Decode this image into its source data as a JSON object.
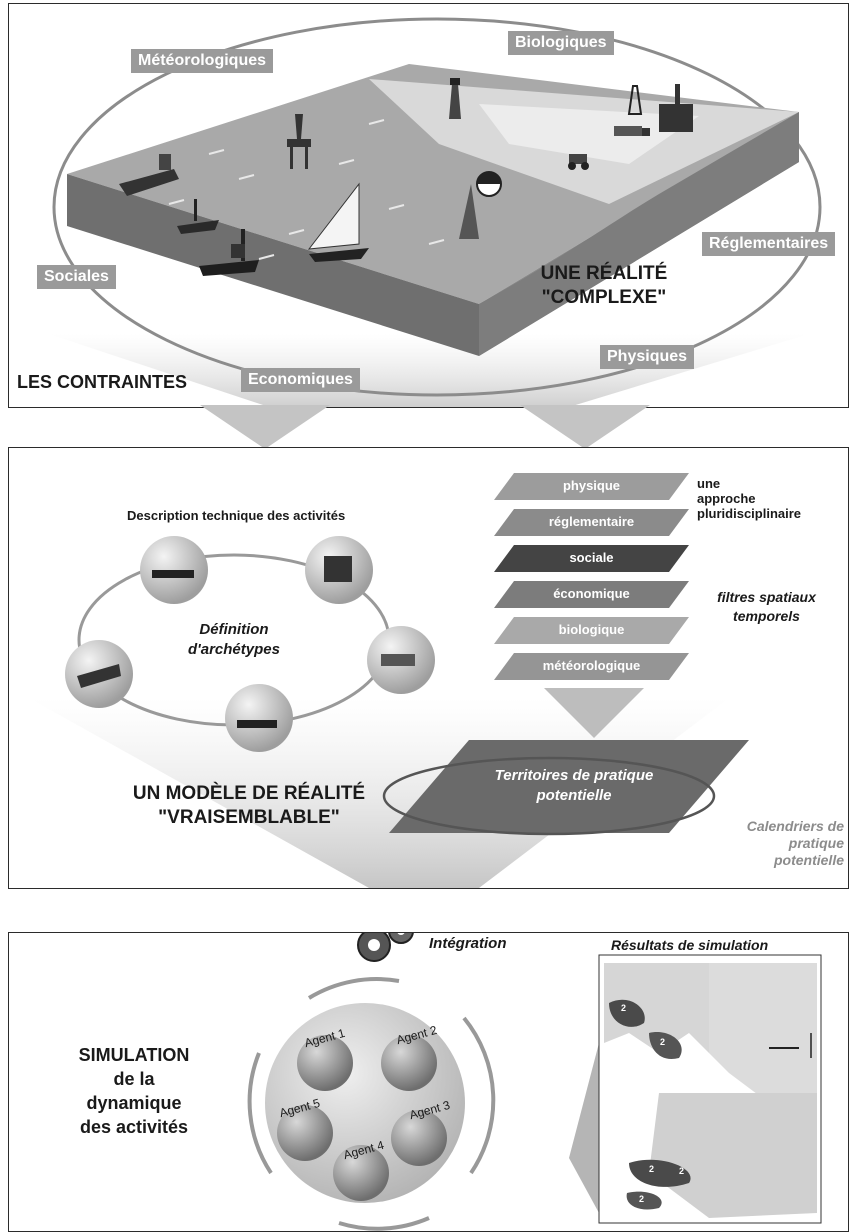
{
  "top": {
    "constraints_title": "LES CONTRAINTES",
    "reality_line1": "UNE RÉALITÉ",
    "reality_line2": "\"COMPLEXE\"",
    "tags": {
      "meteo": "Météorologiques",
      "bio": "Biologiques",
      "sociales": "Sociales",
      "reglementaires": "Réglementaires",
      "economiques": "Economiques",
      "physiques": "Physiques"
    }
  },
  "middle": {
    "description": "Description technique des activités",
    "definition_line1": "Définition",
    "definition_line2": "d'archétypes",
    "model_line1": "UN MODÈLE DE RÉALITÉ",
    "model_line2": "\"VRAISEMBLABLE\"",
    "layers": [
      "physique",
      "réglementaire",
      "sociale",
      "économique",
      "biologique",
      "météorologique"
    ],
    "approach_line1": "une",
    "approach_line2": "approche",
    "approach_line3": "pluridisciplinaire",
    "filters_line1": "filtres spatiaux",
    "filters_line2": "temporels",
    "territory_line1": "Territoires de pratique",
    "territory_line2": "potentielle",
    "calendar_line1": "Calendriers de",
    "calendar_line2": "pratique",
    "calendar_line3": "potentielle"
  },
  "bottom": {
    "integration": "Intégration",
    "simulation_line1": "SIMULATION",
    "simulation_line2": "de la",
    "simulation_line3": "dynamique",
    "simulation_line4": "des activités",
    "results": "Résultats de simulation",
    "agents": [
      "Agent 1",
      "Agent 2",
      "Agent 3",
      "Agent 4",
      "Agent 5"
    ],
    "map_labels": [
      "2",
      "2",
      "2",
      "2",
      "2"
    ]
  }
}
